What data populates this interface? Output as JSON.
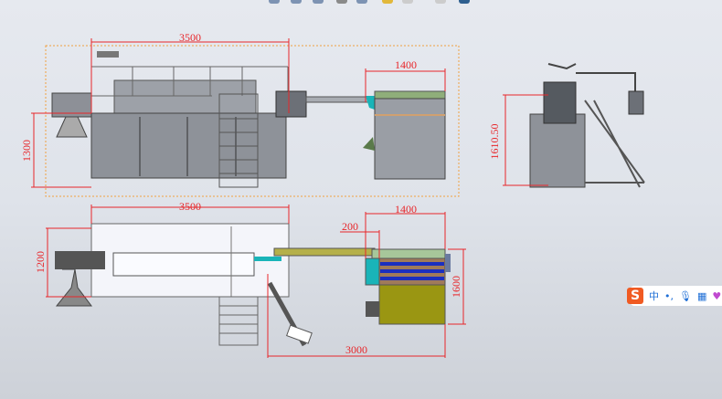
{
  "toolbar": {
    "icons": [
      "zoom-fit-icon",
      "zoom-area-icon",
      "previous-view-icon",
      "section-view-icon",
      "rotate-icon",
      "display-style-icon",
      "hide-show-icon",
      "appearance-icon",
      "scene-icon",
      "monitor-icon"
    ]
  },
  "drawing": {
    "front_view": {
      "width_dim": "3500",
      "height_dim": "1300",
      "right_unit_dim": "1400"
    },
    "side_view": {
      "height_dim": "1610.50"
    },
    "top_view": {
      "width_dim": "3500",
      "depth_dim": "1200",
      "right_unit_dim": "1400",
      "offset_dim": "200",
      "right_depth_dim": "1600",
      "conveyor_dim": "3000"
    }
  },
  "ime": {
    "logo": "S",
    "mode": "中",
    "punct": "•,",
    "mic": "🎙",
    "keyboard": "▦",
    "skin": "♥"
  },
  "colors": {
    "dimension": "#e8262a",
    "machine": "#8e9299",
    "cyan": "#19b4b8",
    "olive": "#9a9612",
    "blue": "#1b2fbf"
  }
}
